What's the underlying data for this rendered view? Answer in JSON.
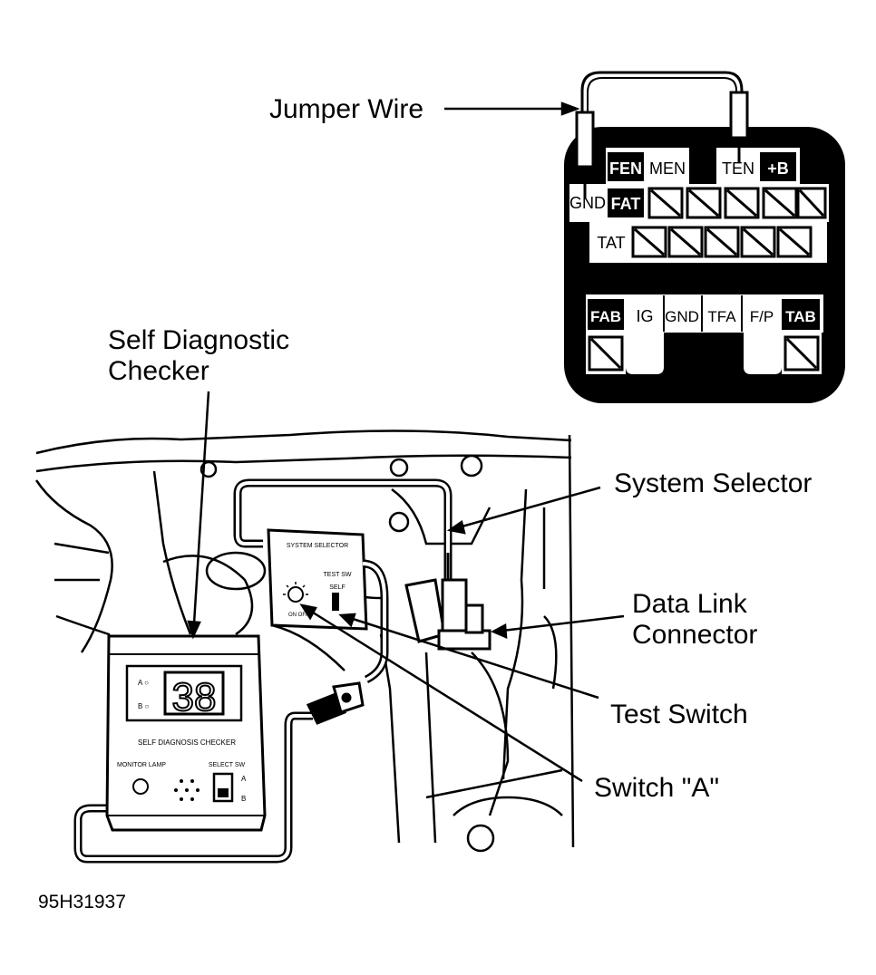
{
  "callouts": {
    "jumper_wire": "Jumper Wire",
    "self_diagnostic_checker_line1": "Self Diagnostic",
    "self_diagnostic_checker_line2": "Checker",
    "system_selector": "System Selector",
    "data_link_connector_line1": "Data Link",
    "data_link_connector_line2": "Connector",
    "test_switch": "Test Switch",
    "switch_a": "Switch \"A\""
  },
  "connector_terminals": {
    "row1": [
      "FEN",
      "MEN",
      "TEN",
      "+B"
    ],
    "row2": [
      "GND",
      "FAT"
    ],
    "row3": [
      "TAT"
    ],
    "row4": [
      "FAB",
      "IG",
      "GND",
      "TFA",
      "F/P",
      "TAB"
    ]
  },
  "checker": {
    "display": "38",
    "title": "SELF DIAGNOSIS CHECKER",
    "monitor_label": "MONITOR LAMP",
    "select_label": "SELECT SW",
    "switch_positions": [
      "A",
      "B"
    ]
  },
  "selector": {
    "title": "SYSTEM SELECTOR",
    "test_label": "TEST SW",
    "self_label": "SELF"
  },
  "figure_id": "95H31937"
}
